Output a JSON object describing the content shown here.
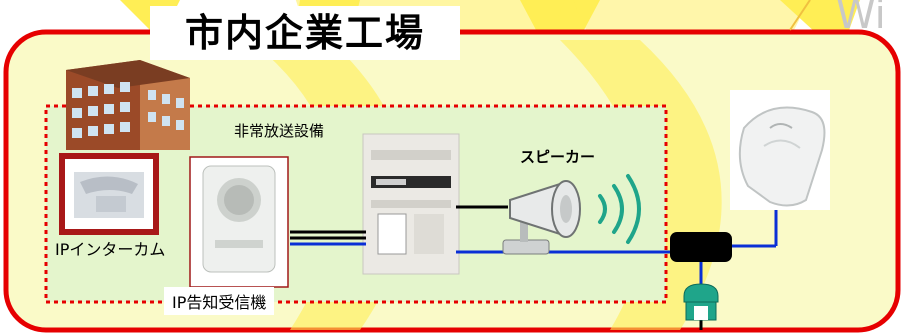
{
  "title": "市内企業工場",
  "labels": {
    "emergency_broadcast": "非常放送設備",
    "speaker": "スピーカー",
    "ip_intercom": "IPインターカム",
    "ip_receiver": "IP告知受信機"
  },
  "corner_text": "Wi",
  "colors": {
    "outer_border": "#e60000",
    "zone_fill": "#fafac8",
    "inner_zone_fill": "#e4f5cc",
    "inner_border": "#e60000",
    "accent_yellow": "#ffee55",
    "line_blue": "#0a2fd6",
    "line_black": "#000000",
    "wave_green": "#1fa58a"
  }
}
